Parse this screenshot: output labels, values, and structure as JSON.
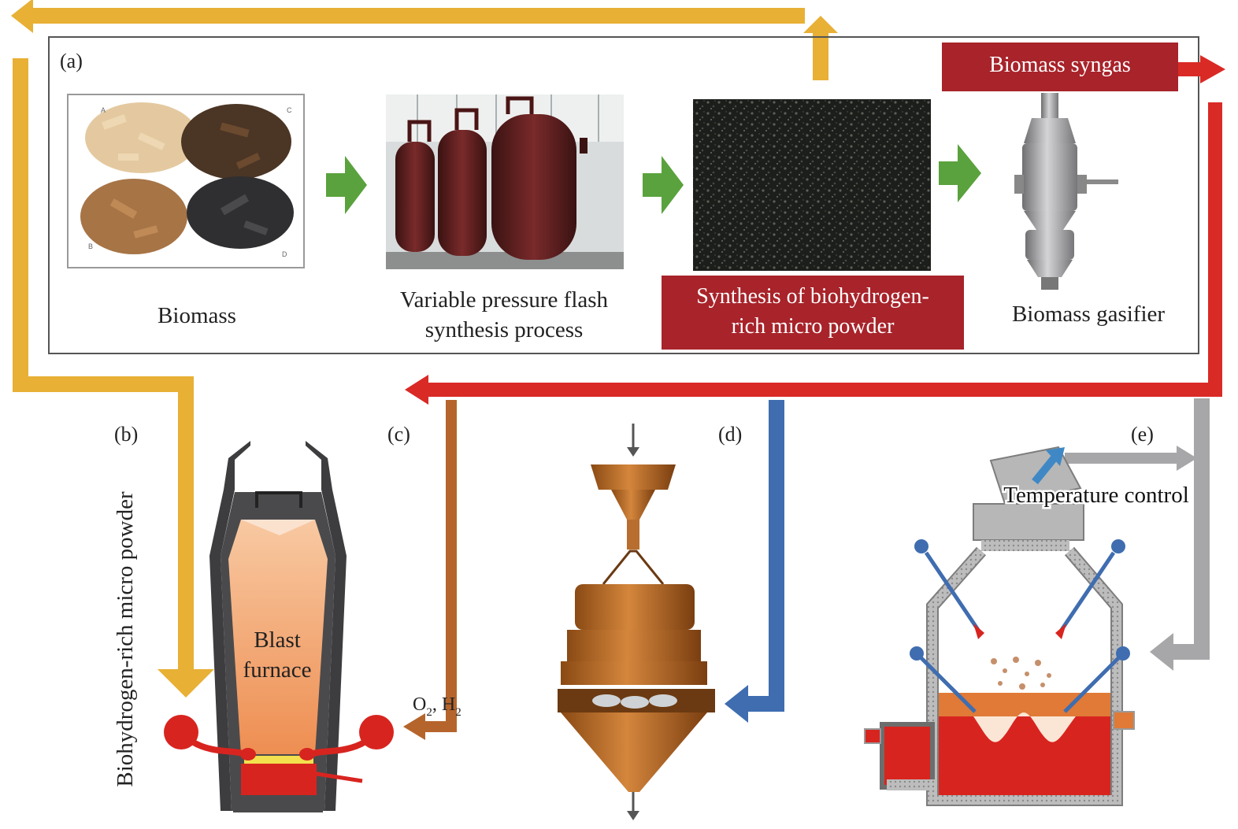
{
  "panels": {
    "a": "(a)",
    "b": "(b)",
    "c": "(c)",
    "d": "(d)",
    "e": "(e)"
  },
  "labels": {
    "biomass": "Biomass",
    "vpf_line1": "Variable pressure flash",
    "vpf_line2": "synthesis process",
    "synthesis_line1": "Synthesis of biohydrogen-",
    "synthesis_line2": "rich micro powder",
    "gasifier": "Biomass gasifier",
    "syngas": "Biomass syngas",
    "side_label": "Biohydrogen-rich micro powder",
    "blast_line1": "Blast",
    "blast_line2": "furnace",
    "o2h2": "O",
    "o2h2_sub1": "2",
    "o2h2_mid": ", H",
    "o2h2_sub2": "2",
    "temp_control": "Temperature control"
  },
  "photo_letters": {
    "a": "A",
    "b": "B",
    "c": "C",
    "d": "D"
  },
  "colors": {
    "yellow_flow": "#e8b035",
    "red_flow": "#d92a26",
    "gray_flow": "#a7a7a9",
    "blue_flow": "#3f6db0",
    "brown_flow": "#b5652c",
    "green_arrow": "#5aa23d",
    "label_box": "#a8232a",
    "furnace_fill": "#f2a36b",
    "molten": "#d8241f"
  }
}
